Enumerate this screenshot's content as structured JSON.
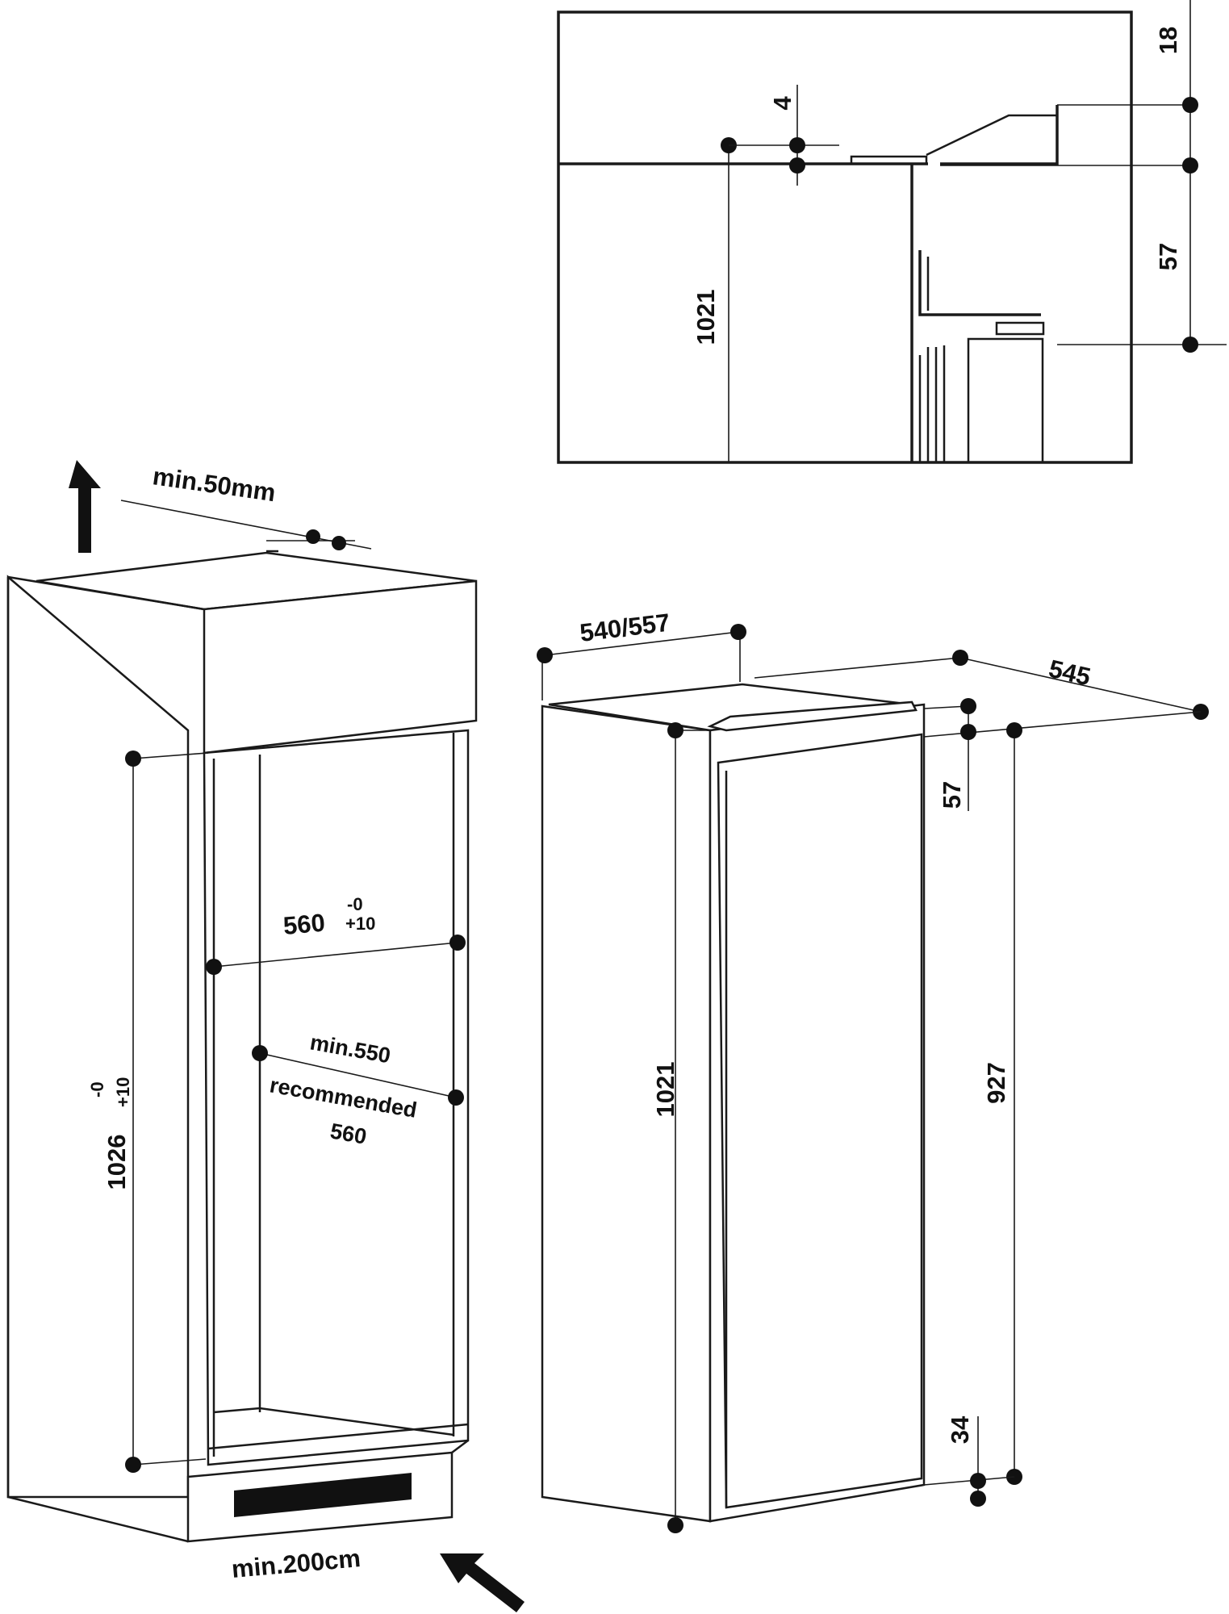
{
  "detail_view": {
    "dim_top": "18",
    "dim_gap": "4",
    "dim_height": "1021",
    "dim_side": "57"
  },
  "cabinet": {
    "min_top_clearance": "min.50mm",
    "width_value": "560",
    "width_tol_minus": "-0",
    "width_tol_plus": "+10",
    "depth_min": "min.550",
    "depth_recommended": "recommended",
    "depth_recommended_value": "560",
    "height_value": "1026",
    "height_tol_minus": "-0",
    "height_tol_plus": "+10",
    "min_vent_opening": "min.200cm"
  },
  "appliance": {
    "width": "540/557",
    "depth": "545",
    "door_offset_top": "57",
    "height": "1021",
    "door_height": "927",
    "door_offset_bottom": "34"
  },
  "colors": {
    "line": "#1a1a1a",
    "background": "#ffffff"
  },
  "icons": {
    "airflow_out": "arrow-up-icon",
    "airflow_in": "arrow-diagonal-icon"
  }
}
